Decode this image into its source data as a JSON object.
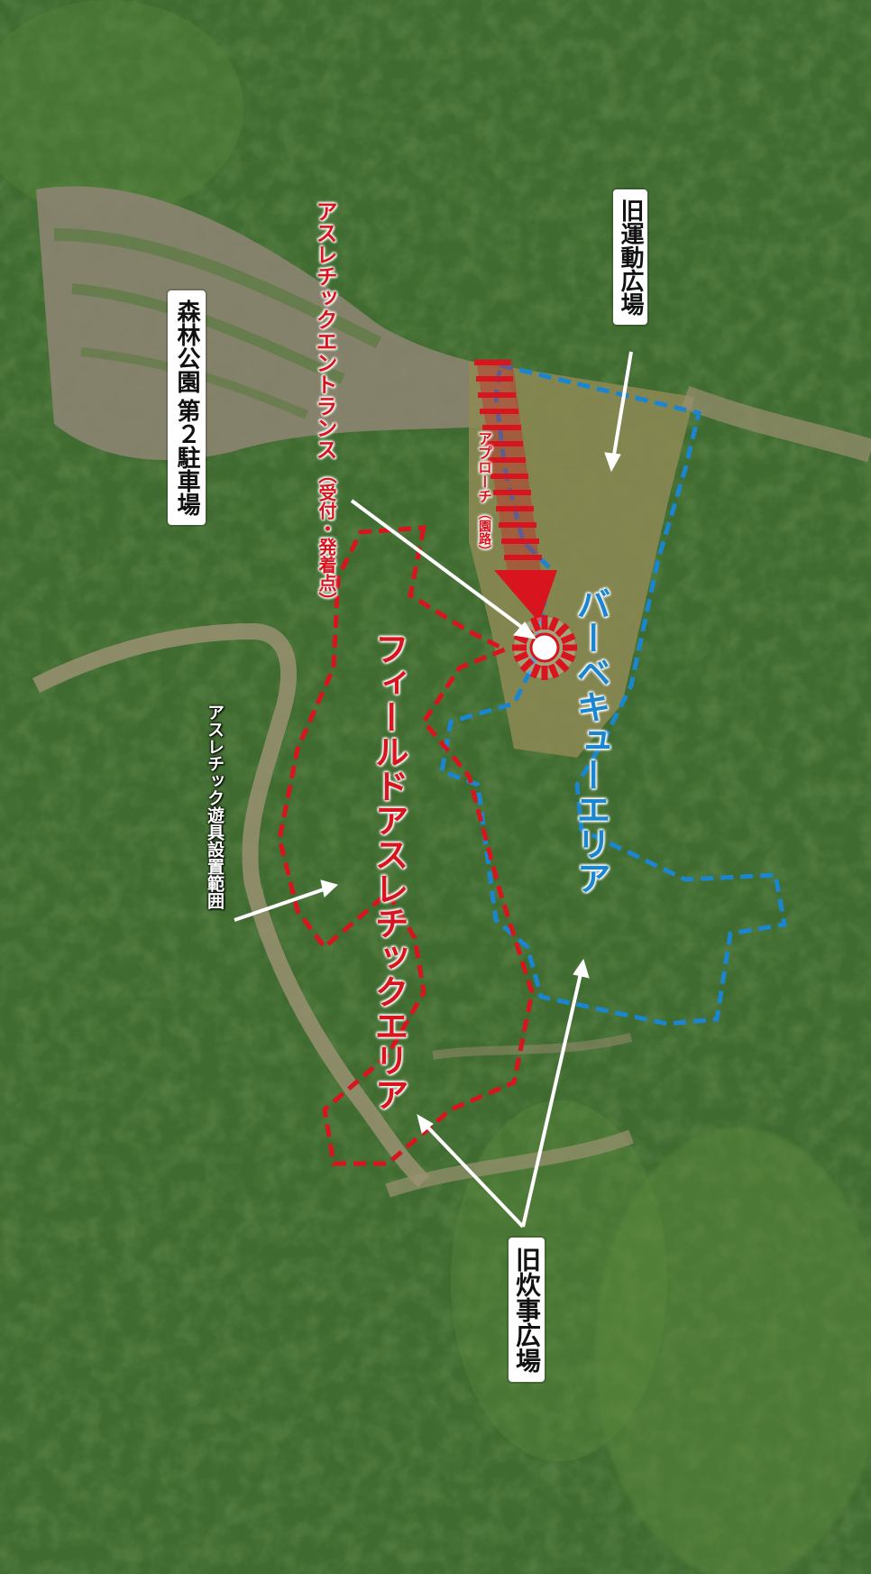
{
  "colors": {
    "forest": "#2f5a26",
    "athletic_area": "#d8141e",
    "bbq_area": "#1b86cf",
    "label_box": "#ffffff"
  },
  "labels": {
    "parking": [
      "森林公園",
      "第２駐車場"
    ],
    "old_sports_field": "旧運動広場",
    "entrance": [
      "アスレチックエントランス",
      "（受付・発着点）"
    ],
    "approach": [
      "アプローチ",
      "（園路）"
    ],
    "bbq_area": "バーベキューエリア",
    "field_athletic_area": "フィールドアスレチックエリア",
    "equipment_range": "アスレチック遊具設置範囲",
    "old_cooking_field": "旧炊事広場"
  },
  "icons": [
    "entrance-sun-icon",
    "approach-arrow-icon"
  ]
}
